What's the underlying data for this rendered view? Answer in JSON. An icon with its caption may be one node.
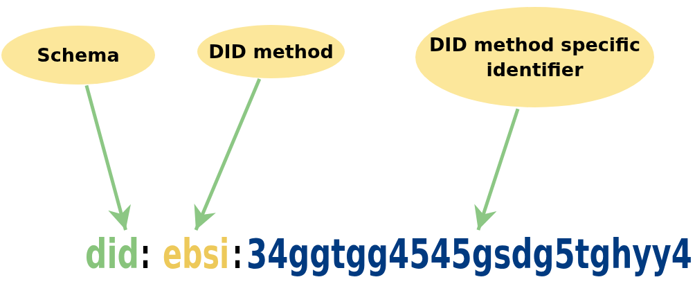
{
  "diagram": {
    "nodes": [
      {
        "text": [
          "Schema"
        ]
      },
      {
        "text": [
          "DID method"
        ]
      },
      {
        "text": [
          "DID method specific identifier"
        ]
      },
      {
        "text": [
          "did"
        ]
      },
      {
        "text": [
          "ebsi"
        ]
      },
      {
        "text": [
          "34ggtgg4545gsdg5tghyy4"
        ]
      }
    ],
    "edges": [
      {
        "from": 0,
        "to": 3,
        "arrow": "to",
        "color": "#8cc784"
      },
      {
        "from": 1,
        "to": 4,
        "arrow": "to",
        "color": "#8cc784"
      },
      {
        "from": 2,
        "to": 5,
        "arrow": "to",
        "color": "#8cc784"
      }
    ],
    "labels": [
      ":",
      ":"
    ]
  }
}
